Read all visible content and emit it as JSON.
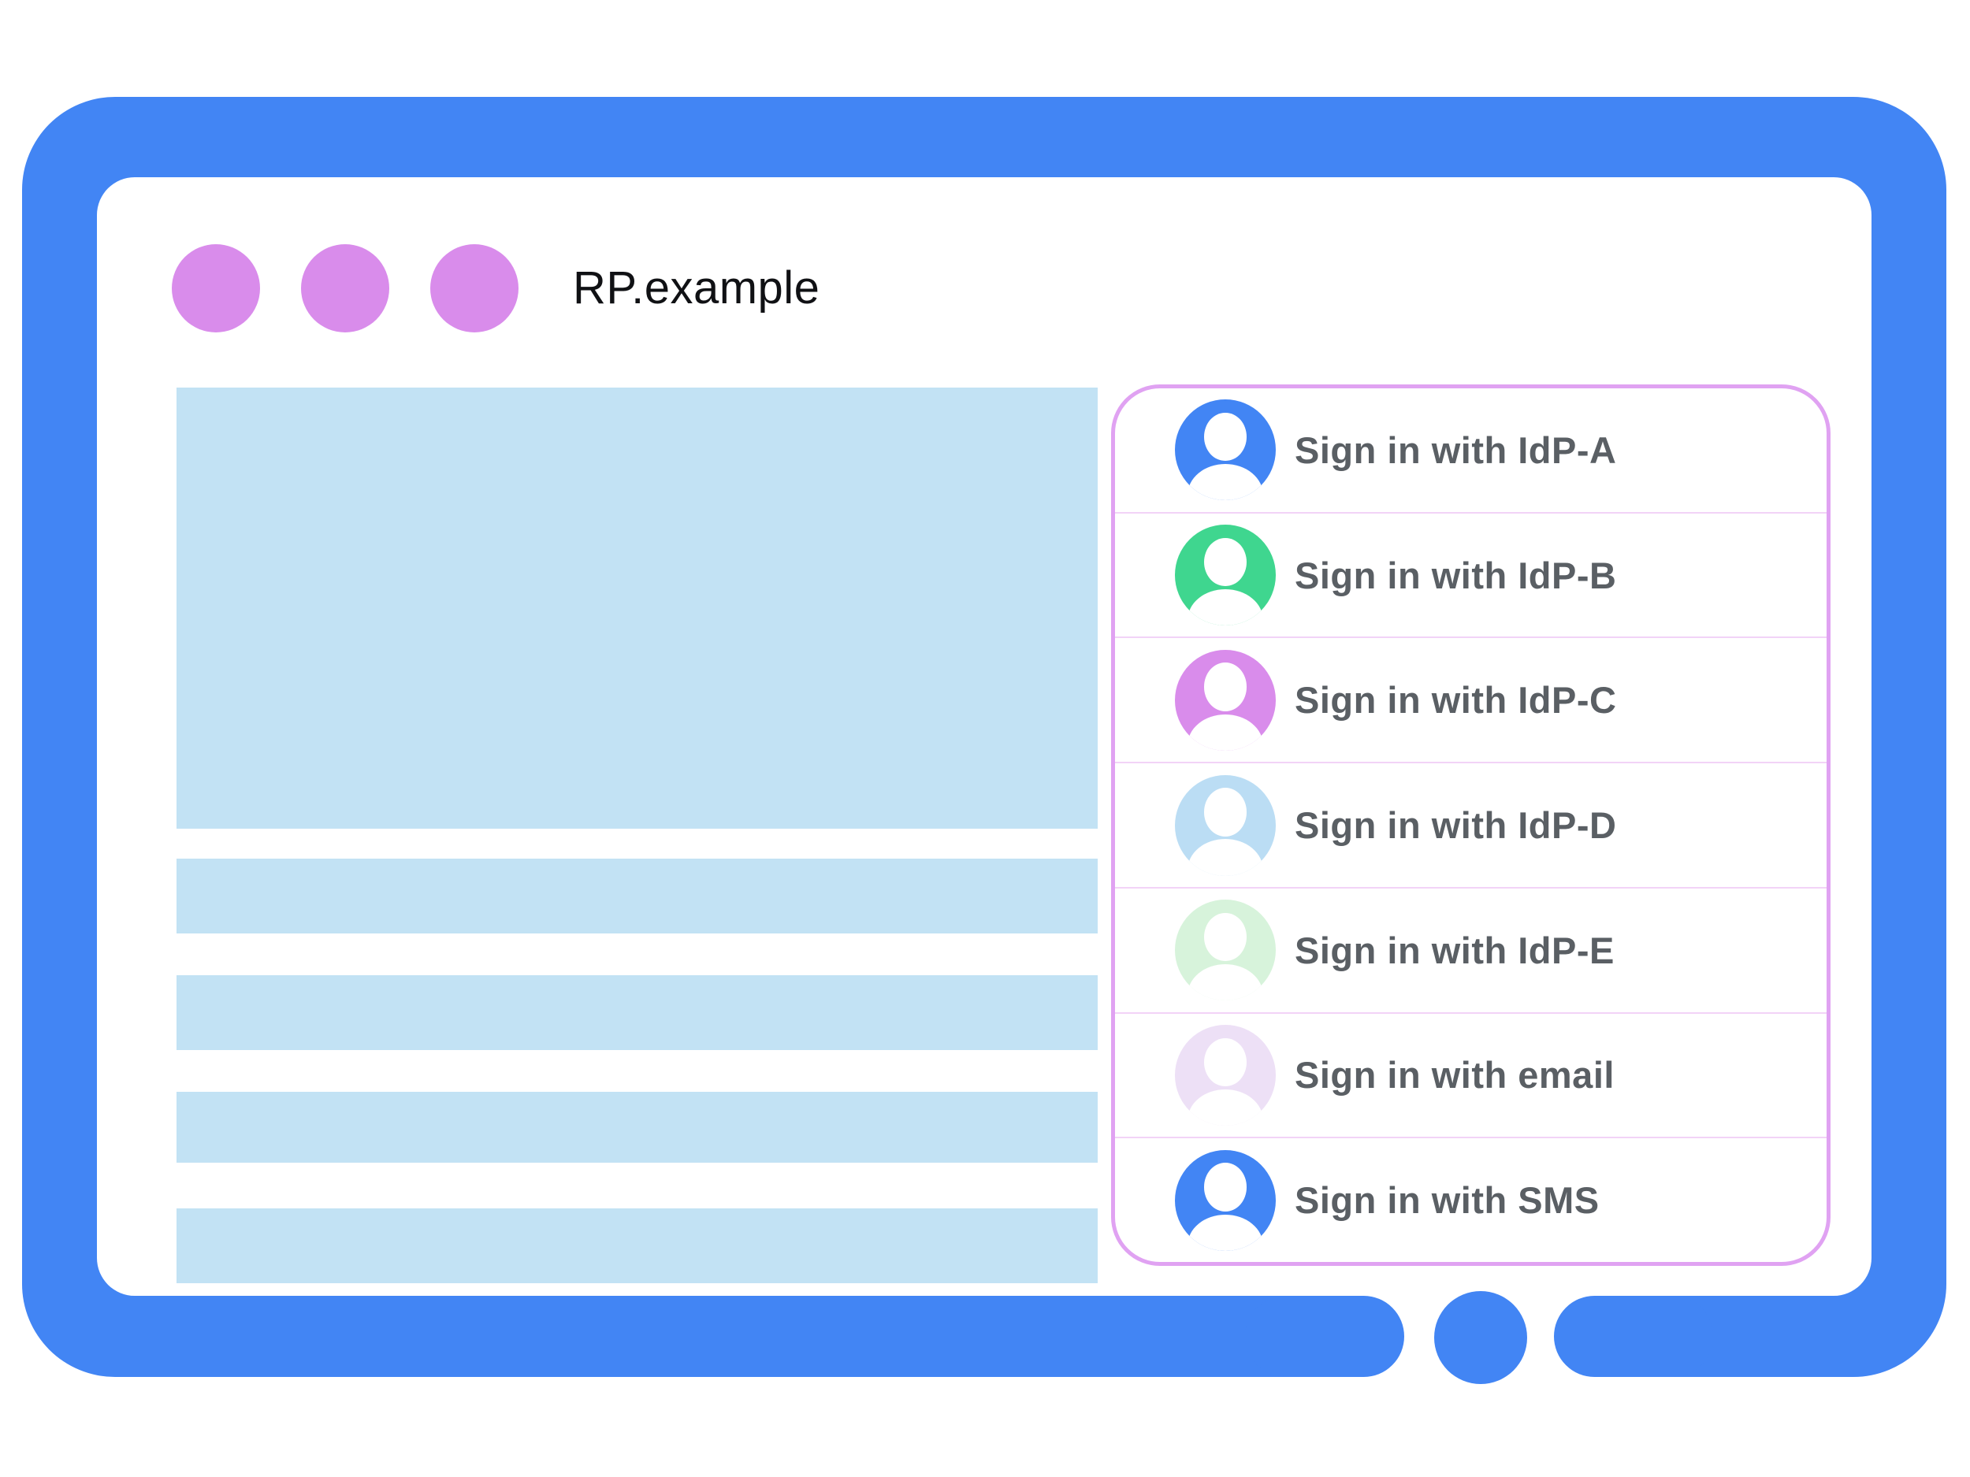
{
  "window": {
    "title": "RP.example",
    "window_control_dots": 3
  },
  "signin_panel": {
    "options": [
      {
        "label": "Sign in with IdP-A",
        "avatar": "person-icon",
        "avatar_color_name": "blue",
        "avatar_color": "#4285f4"
      },
      {
        "label": "Sign in with IdP-B",
        "avatar": "person-icon",
        "avatar_color_name": "green",
        "avatar_color": "#3fd68f"
      },
      {
        "label": "Sign in with IdP-C",
        "avatar": "person-icon",
        "avatar_color_name": "orchid",
        "avatar_color": "#d98ceb"
      },
      {
        "label": "Sign in with IdP-D",
        "avatar": "person-icon",
        "avatar_color_name": "pale-blue",
        "avatar_color": "#bbddf4"
      },
      {
        "label": "Sign in with IdP-E",
        "avatar": "person-icon",
        "avatar_color_name": "pale-green",
        "avatar_color": "#d7f3db"
      },
      {
        "label": "Sign in with email",
        "avatar": "person-icon",
        "avatar_color_name": "pale-lavender",
        "avatar_color": "#ede0f6"
      },
      {
        "label": "Sign in with SMS",
        "avatar": "person-icon",
        "avatar_color_name": "blue",
        "avatar_color": "#4285f4"
      }
    ]
  },
  "colors": {
    "frame_blue": "#4285f4",
    "window_dot_orchid": "#d98ceb",
    "content_placeholder_blue": "#c2e2f4",
    "panel_border": "#e0a2f2",
    "panel_divider": "#f2d3f7",
    "row_text": "#5a5f64",
    "title_text": "#101114"
  }
}
